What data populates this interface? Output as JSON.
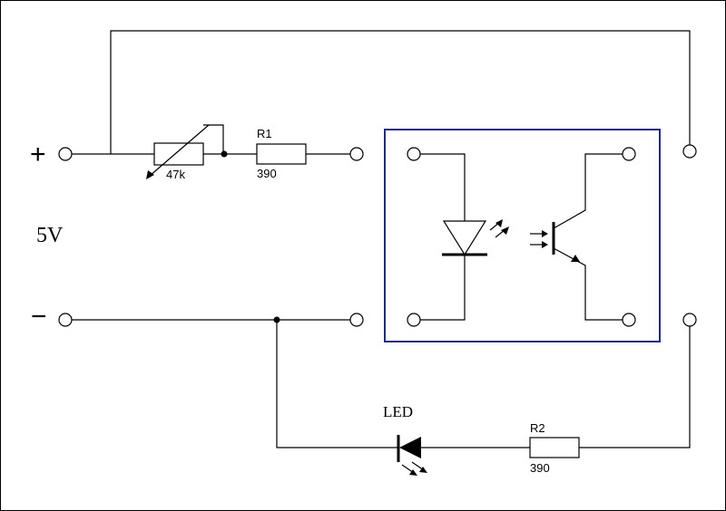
{
  "supply": {
    "plus": "+",
    "minus": "−",
    "voltage": "5V"
  },
  "potentiometer": {
    "value": "47k"
  },
  "r1": {
    "name": "R1",
    "value": "390"
  },
  "r2": {
    "name": "R2",
    "value": "390"
  },
  "led": {
    "label": "LED"
  },
  "colors": {
    "optocoupler_border": "#1f2a8a",
    "wire": "#000000"
  }
}
